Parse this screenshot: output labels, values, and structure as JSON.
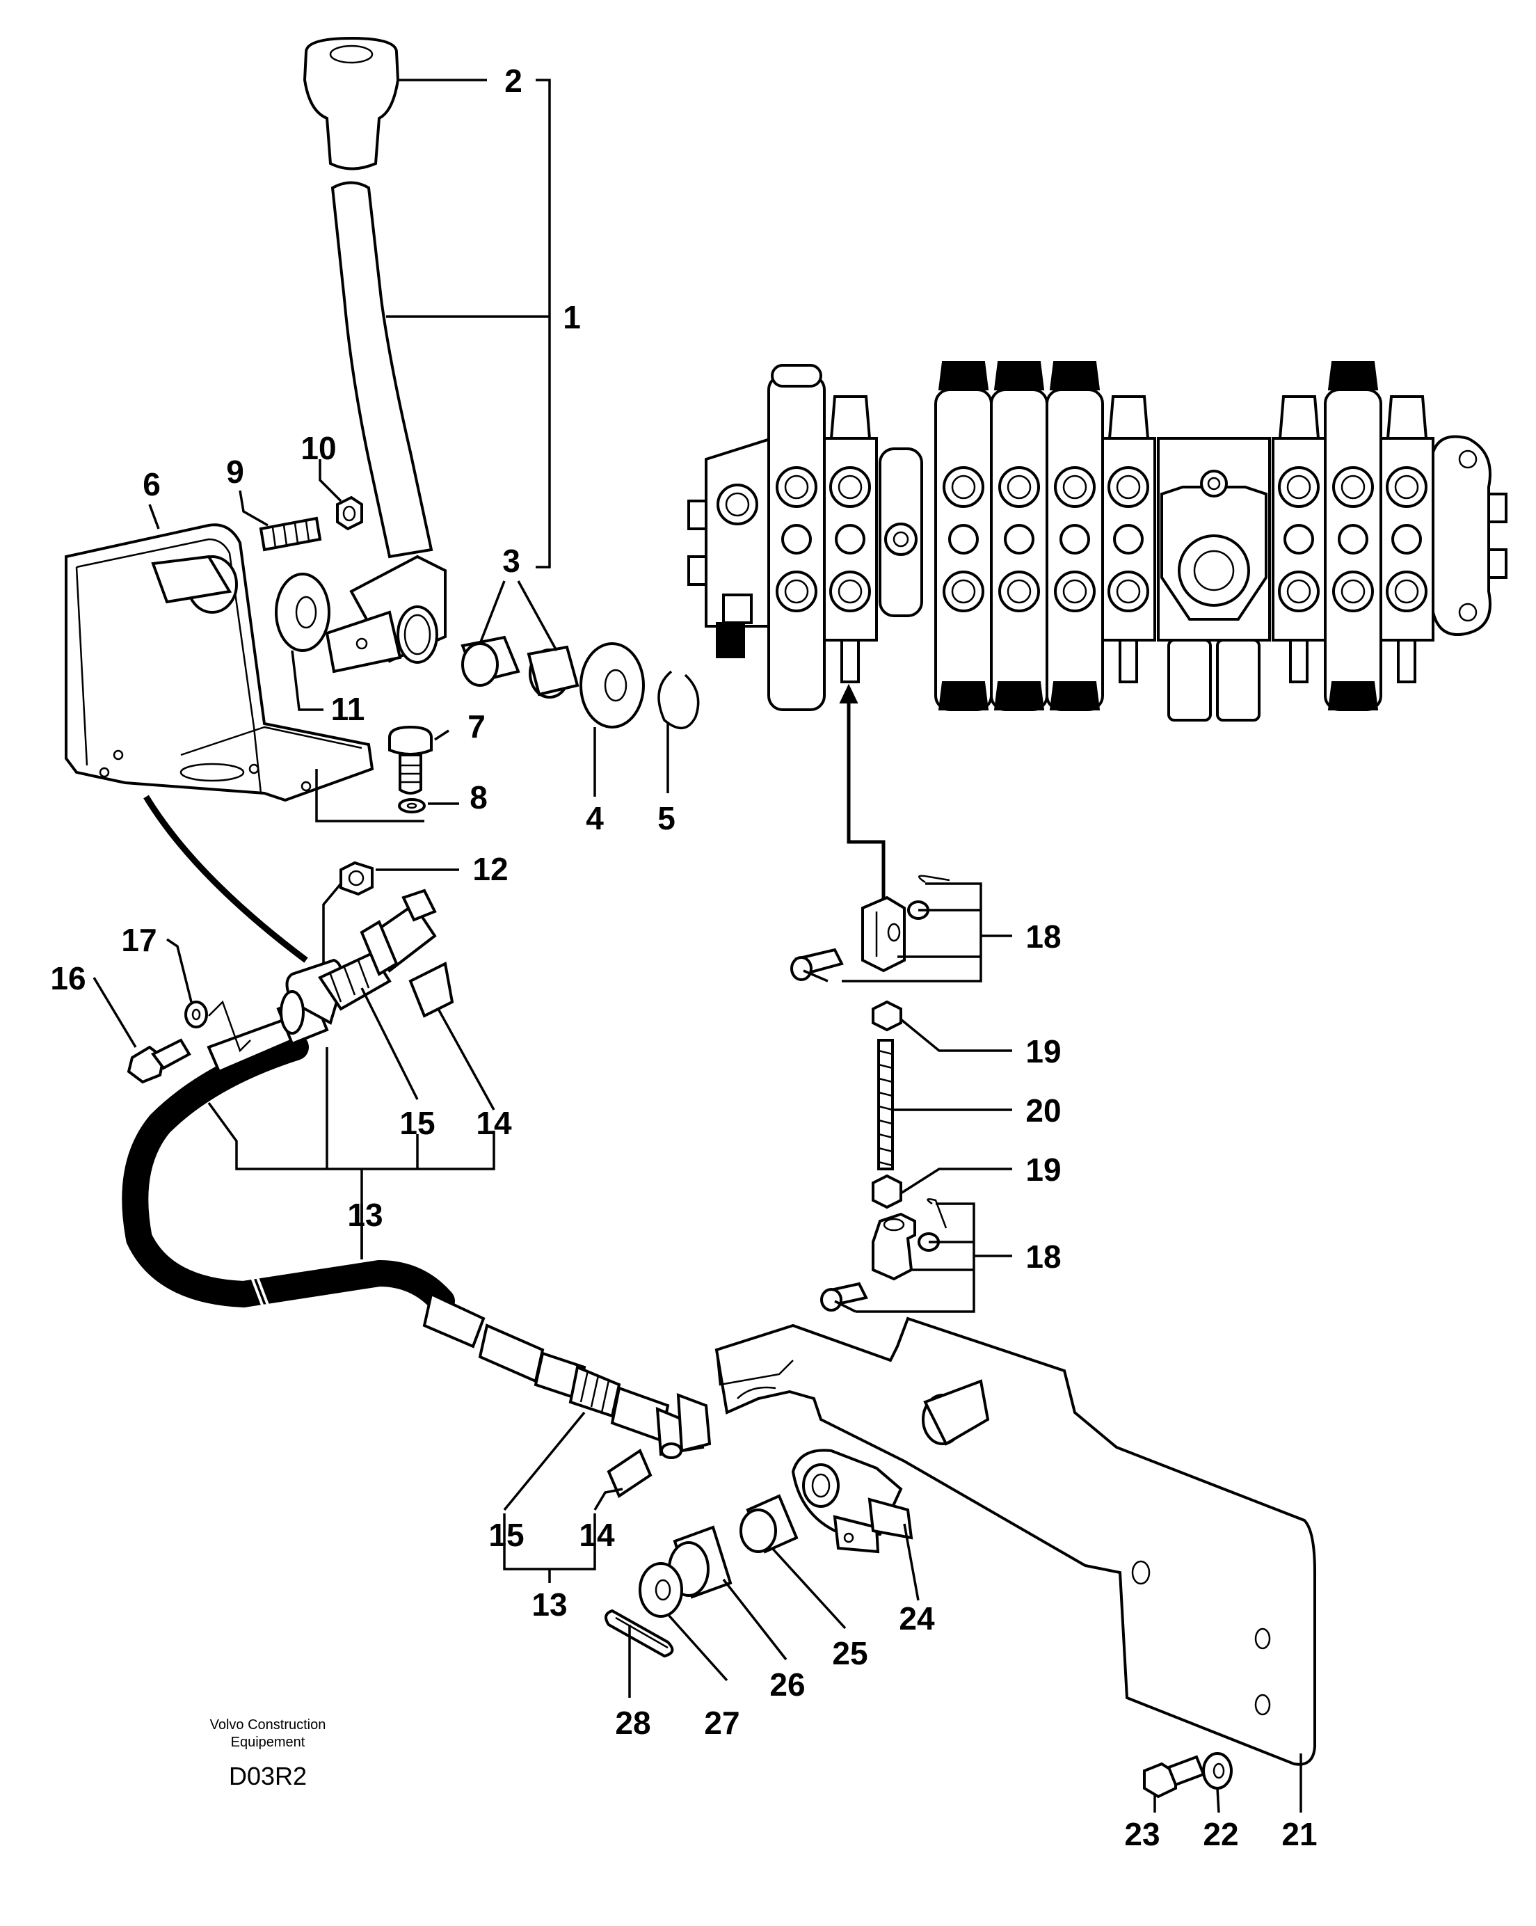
{
  "diagram": {
    "callouts": [
      {
        "id": "c1",
        "label": "1"
      },
      {
        "id": "c2",
        "label": "2"
      },
      {
        "id": "c3",
        "label": "3"
      },
      {
        "id": "c4",
        "label": "4"
      },
      {
        "id": "c5",
        "label": "5"
      },
      {
        "id": "c6",
        "label": "6"
      },
      {
        "id": "c7",
        "label": "7"
      },
      {
        "id": "c8",
        "label": "8"
      },
      {
        "id": "c9",
        "label": "9"
      },
      {
        "id": "c10",
        "label": "10"
      },
      {
        "id": "c11",
        "label": "11"
      },
      {
        "id": "c12",
        "label": "12"
      },
      {
        "id": "c13a",
        "label": "13"
      },
      {
        "id": "c13b",
        "label": "13"
      },
      {
        "id": "c14a",
        "label": "14"
      },
      {
        "id": "c14b",
        "label": "14"
      },
      {
        "id": "c15a",
        "label": "15"
      },
      {
        "id": "c15b",
        "label": "15"
      },
      {
        "id": "c16",
        "label": "16"
      },
      {
        "id": "c17",
        "label": "17"
      },
      {
        "id": "c18a",
        "label": "18"
      },
      {
        "id": "c18b",
        "label": "18"
      },
      {
        "id": "c19a",
        "label": "19"
      },
      {
        "id": "c19b",
        "label": "19"
      },
      {
        "id": "c20",
        "label": "20"
      },
      {
        "id": "c21",
        "label": "21"
      },
      {
        "id": "c22",
        "label": "22"
      },
      {
        "id": "c23",
        "label": "23"
      },
      {
        "id": "c24",
        "label": "24"
      },
      {
        "id": "c25",
        "label": "25"
      },
      {
        "id": "c26",
        "label": "26"
      },
      {
        "id": "c27",
        "label": "27"
      },
      {
        "id": "c28",
        "label": "28"
      }
    ],
    "brand_line1": "Volvo Construction",
    "brand_line2": "Equipement",
    "drawing_code": "D03R2"
  }
}
